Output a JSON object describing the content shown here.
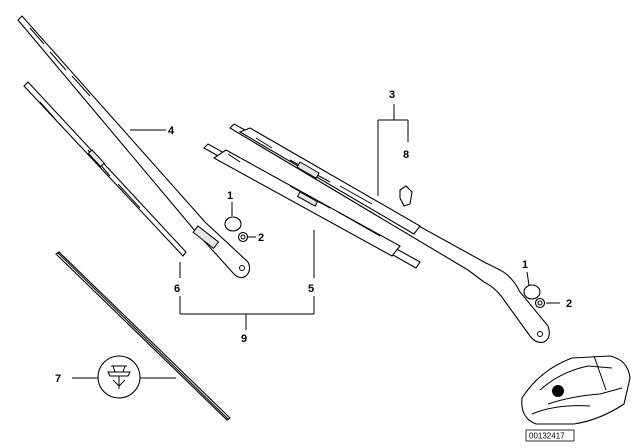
{
  "callouts": {
    "c1a": "1",
    "c2a": "2",
    "c1b": "1",
    "c2b": "2",
    "c3": "3",
    "c4": "4",
    "c5": "5",
    "c6": "6",
    "c7": "7",
    "c8": "8",
    "c9": "9"
  },
  "reference_number": "00132417",
  "icons": {
    "clip_symbol": "pushpin-clip-icon",
    "car_locator": "car-silhouette-icon"
  },
  "colors": {
    "line": "#000000",
    "background": "#ffffff"
  }
}
